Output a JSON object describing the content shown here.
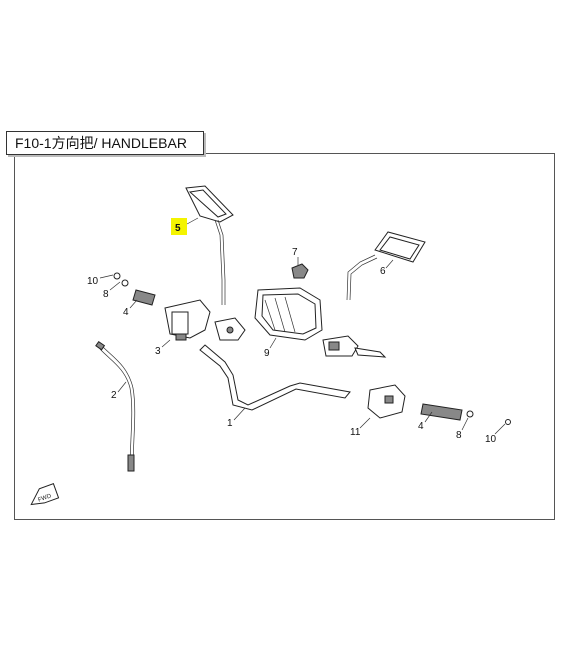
{
  "title": "F10-1方向把/ HANDLEBAR",
  "highlight_color": "#f4f400",
  "callouts": [
    {
      "id": "c1",
      "text": "1"
    },
    {
      "id": "c2",
      "text": "2"
    },
    {
      "id": "c3",
      "text": "3"
    },
    {
      "id": "c4l",
      "text": "4"
    },
    {
      "id": "c4r",
      "text": "4"
    },
    {
      "id": "c5",
      "text": "5",
      "highlighted": true
    },
    {
      "id": "c6",
      "text": "6"
    },
    {
      "id": "c7",
      "text": "7"
    },
    {
      "id": "c8l",
      "text": "8"
    },
    {
      "id": "c8r",
      "text": "8"
    },
    {
      "id": "c9",
      "text": "9"
    },
    {
      "id": "c10l",
      "text": "10"
    },
    {
      "id": "c10r",
      "text": "10"
    },
    {
      "id": "c11",
      "text": "11"
    }
  ],
  "direction_stamp": "FWD"
}
